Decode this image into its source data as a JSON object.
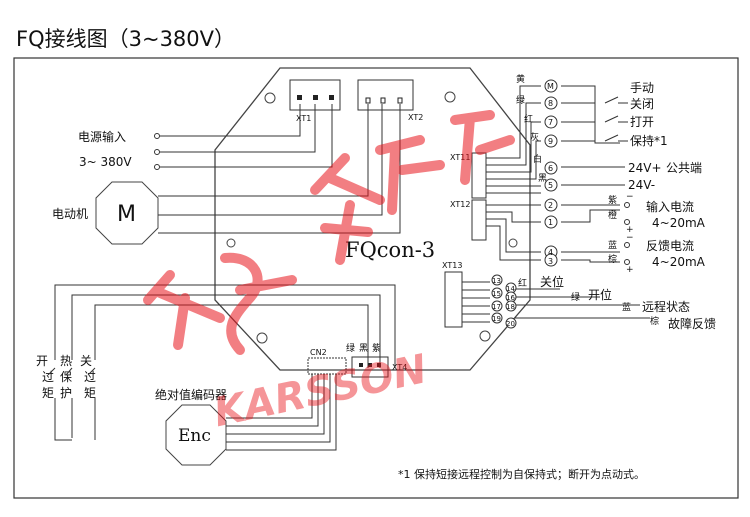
{
  "title": "FQ接线图（3~380V）",
  "board_label": "FQcon-3",
  "terminals": {
    "xt1": "XT1",
    "xt2": "XT2",
    "xt11": "XT11",
    "xt12": "XT12",
    "xt13": "XT13",
    "cn2": "CN2",
    "xt4": "XT4"
  },
  "power": {
    "label": "电源输入",
    "voltage": "3~ 380V"
  },
  "motor": {
    "label": "电动机",
    "symbol": "M"
  },
  "encoder": {
    "label": "绝对值编码器",
    "symbol": "Enc"
  },
  "switches": {
    "open_torque": "开过矩",
    "thermal": "热保护",
    "close_torque": "关过矩"
  },
  "control": {
    "manual": "手动",
    "close": "关闭",
    "open": "打开",
    "hold": "保持*1",
    "pin_m": "M",
    "pin_8": "8",
    "pin_7": "7",
    "pin_9": "9",
    "pin_6": "6",
    "pin_5": "5",
    "c_yellow": "黄",
    "c_green": "绿",
    "c_red": "红",
    "c_gray": "灰",
    "c_white": "白",
    "c_black": "黑",
    "v24p": "24V+",
    "common": "公共端",
    "v24n": "24V-"
  },
  "analog": {
    "input_current": "输入电流",
    "in_range": "4~20mA",
    "feedback_current": "反馈电流",
    "fb_range": "4~20mA",
    "pin_2": "2",
    "pin_1": "1",
    "pin_4": "4",
    "pin_3": "3",
    "c_purple": "紫",
    "c_orange": "橙",
    "c_blue": "蓝",
    "c_brown": "棕",
    "minus": "−",
    "plus": "+"
  },
  "status": {
    "closed_pos": "关位",
    "open_pos": "开位",
    "remote": "远程状态",
    "fault": "故障反馈",
    "c_red": "红",
    "c_green": "绿",
    "c_blue": "蓝",
    "c_brown": "棕",
    "pins": [
      "13",
      "14",
      "15",
      "16",
      "17",
      "18",
      "19",
      "20"
    ]
  },
  "xt4_wires": {
    "green": "绿",
    "black": "黑",
    "purple": "紫"
  },
  "footnote": "*1 保持短接远程控制为自保持式；断开为点动式。",
  "watermark": {
    "text": "KARSSON",
    "color": "#e8141b"
  }
}
